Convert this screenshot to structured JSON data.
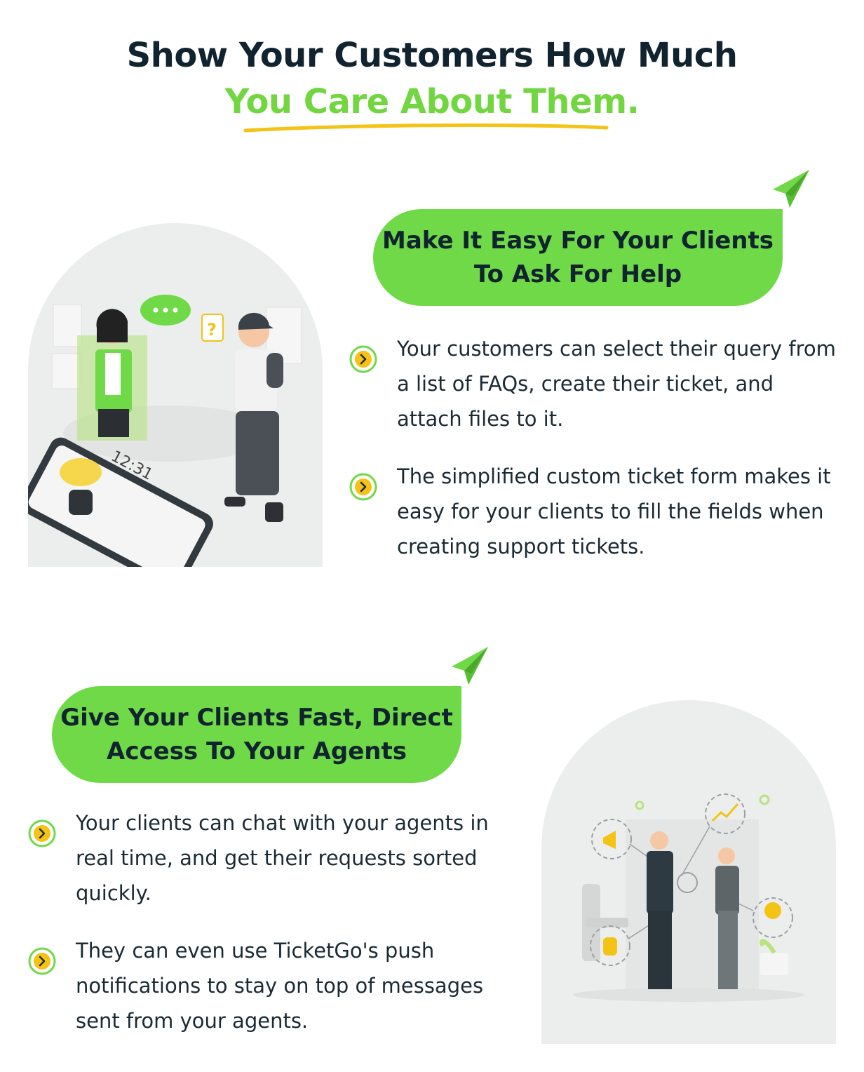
{
  "hero": {
    "line1": "Show Your Customers How Much",
    "line2": "You Care About Them."
  },
  "section1": {
    "heading": "Make It Easy For Your Clients To Ask For Help",
    "bullets": [
      "Your customers can select their query from a list of FAQs, create their ticket, and attach files to it.",
      "The simplified custom ticket form makes it easy for your clients to fill the fields when creating support tickets."
    ],
    "illustration": {
      "clock_text": "12:31",
      "bubble_text": "?"
    }
  },
  "section2": {
    "heading": "Give Your Clients Fast, Direct Access To Your Agents",
    "bullets": [
      "Your clients can chat with your agents in real time, and get their requests sorted quickly.",
      "They can even use TicketGo's push notifications to stay on top of messages sent from your agents."
    ]
  },
  "colors": {
    "accent_green": "#6fd947",
    "dark_text": "#10232f",
    "underline_yellow": "#f3c316",
    "bullet_yellow": "#f6c315"
  },
  "icons": {
    "bullet": "chevron-right-circle-icon",
    "plane": "paper-plane-icon"
  }
}
